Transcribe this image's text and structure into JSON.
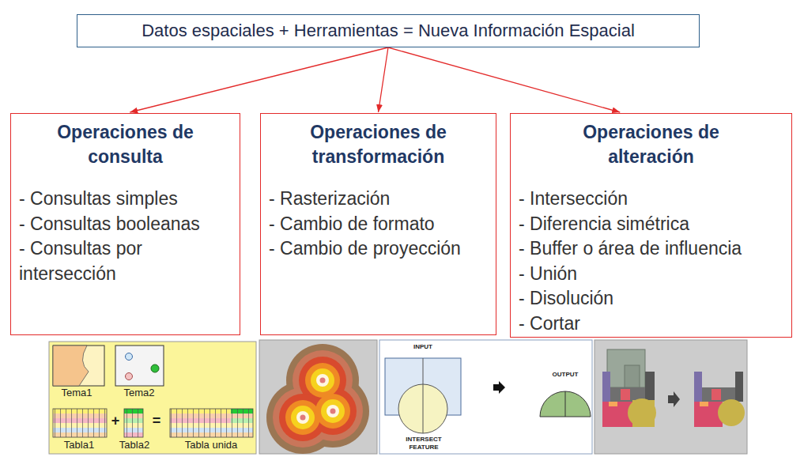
{
  "diagram": {
    "nodes": [
      {
        "text": [
          "Datos espaciales + Herramientas = Nueva Información Espacial"
        ]
      },
      {
        "text": [
          "Operaciones de consulta",
          "- Consultas simples",
          "- Consultas booleanas",
          "- Consultas por intersección"
        ]
      },
      {
        "text": [
          "Operaciones de transformación",
          "- Rasterización",
          "- Cambio de formato",
          "- Cambio de proyección"
        ]
      },
      {
        "text": [
          "Operaciones de alteración",
          "- Intersección",
          "- Diferencia simétrica",
          "- Buffer o área de influencia",
          "- Unión",
          "- Disolución",
          "- Cortar"
        ]
      }
    ],
    "edges": [
      {
        "from": 0,
        "to": 1,
        "arrow": "to"
      },
      {
        "from": 0,
        "to": 2,
        "arrow": "to"
      },
      {
        "from": 0,
        "to": 3,
        "arrow": "to"
      }
    ],
    "labels": [
      "Tema1",
      "Tema2",
      "Tabla1",
      "+",
      "Tabla2",
      "=",
      "Tabla unida",
      "INPUT",
      "OUTPUT",
      "INTERSECT FEATURE"
    ]
  }
}
